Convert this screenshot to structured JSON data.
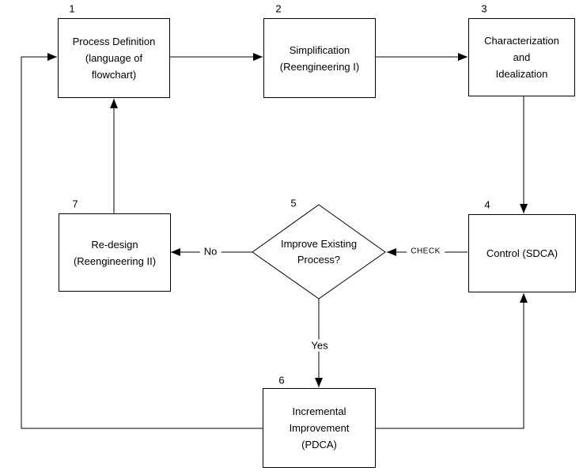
{
  "diagram": {
    "background_color": "#ffffff",
    "line_color": "#000000",
    "text_color": "#000000",
    "nodes": [
      {
        "number": "1",
        "shape": "rect",
        "text": "Process Definition\n(language of\nflowchart)"
      },
      {
        "number": "2",
        "shape": "rect",
        "text": "Simplification\n(Reengineering I)"
      },
      {
        "number": "3",
        "shape": "rect",
        "text": "Characterization\nand\nIdealization"
      },
      {
        "number": "4",
        "shape": "rect",
        "text": "Control (SDCA)"
      },
      {
        "number": "5",
        "shape": "diamond",
        "text": "Improve Existing\nProcess?"
      },
      {
        "number": "6",
        "shape": "rect",
        "text": "Incremental\nImprovement\n(PDCA)"
      },
      {
        "number": "7",
        "shape": "rect",
        "text": "Re-design\n(Reengineering II)"
      }
    ],
    "edges": [
      {
        "from": "1",
        "to": "2",
        "label": ""
      },
      {
        "from": "2",
        "to": "3",
        "label": ""
      },
      {
        "from": "3",
        "to": "4",
        "label": ""
      },
      {
        "from": "4",
        "to": "5",
        "label": "CHECK"
      },
      {
        "from": "5",
        "to": "7",
        "label": "No"
      },
      {
        "from": "5",
        "to": "6",
        "label": "Yes"
      },
      {
        "from": "7",
        "to": "1",
        "label": ""
      },
      {
        "from": "6",
        "to": "4",
        "label": ""
      },
      {
        "from": "6",
        "to": "1",
        "label": ""
      }
    ]
  }
}
